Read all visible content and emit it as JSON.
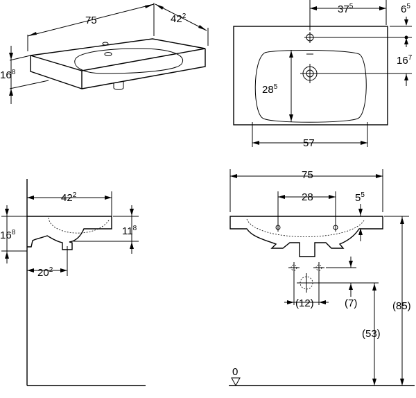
{
  "views": {
    "iso": {
      "width": {
        "main": "75",
        "sup": ""
      },
      "depth": {
        "main": "42",
        "sup": "2"
      },
      "height": {
        "main": "16",
        "sup": "8"
      }
    },
    "top": {
      "tap_offset": {
        "main": "37",
        "sup": "5"
      },
      "tap_from_back": {
        "main": "6",
        "sup": "5"
      },
      "drain_from_back": {
        "main": "16",
        "sup": "7"
      },
      "bowl_depth": {
        "main": "28",
        "sup": "5"
      },
      "bowl_width": {
        "main": "57",
        "sup": ""
      }
    },
    "side": {
      "depth": {
        "main": "42",
        "sup": "2"
      },
      "height": {
        "main": "16",
        "sup": "8"
      },
      "bowl_height": {
        "main": "11",
        "sup": "8"
      },
      "drain_offset": {
        "main": "20",
        "sup": "2"
      }
    },
    "front": {
      "width": {
        "main": "75",
        "sup": ""
      },
      "fixing_spacing": {
        "main": "28",
        "sup": ""
      },
      "edge_offset": {
        "main": "5",
        "sup": "5"
      },
      "pipe_spacing": "(12)",
      "pipe_drop": "(7)",
      "drain_height": "(53)",
      "mount_height": "(85)",
      "floor_level": "0"
    }
  }
}
